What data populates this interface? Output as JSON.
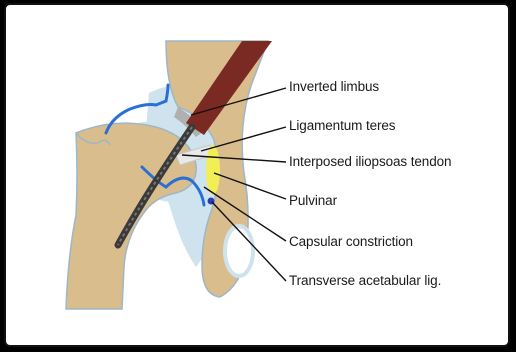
{
  "colors": {
    "background": "#000000",
    "panel": "#ffffff",
    "bone": "#d9bd8c",
    "cartilage": "#cfe3ee",
    "capsule": "#2b6fd6",
    "iliopsoas": "#7a2a22",
    "labrum": "#b0b0b0",
    "pulvinar": "#f2ee56",
    "ligament_dot": "#2a3bb8",
    "leader_line": "#111111"
  },
  "labels": {
    "inverted_limbus": "Inverted limbus",
    "ligamentum_teres": "Ligamentum teres",
    "interposed_iliopsoas": "Interposed iliopsoas tendon",
    "pulvinar": "Pulvinar",
    "capsular_constriction": "Capsular constriction",
    "transverse_acetabular": "Transverse acetabular lig."
  }
}
